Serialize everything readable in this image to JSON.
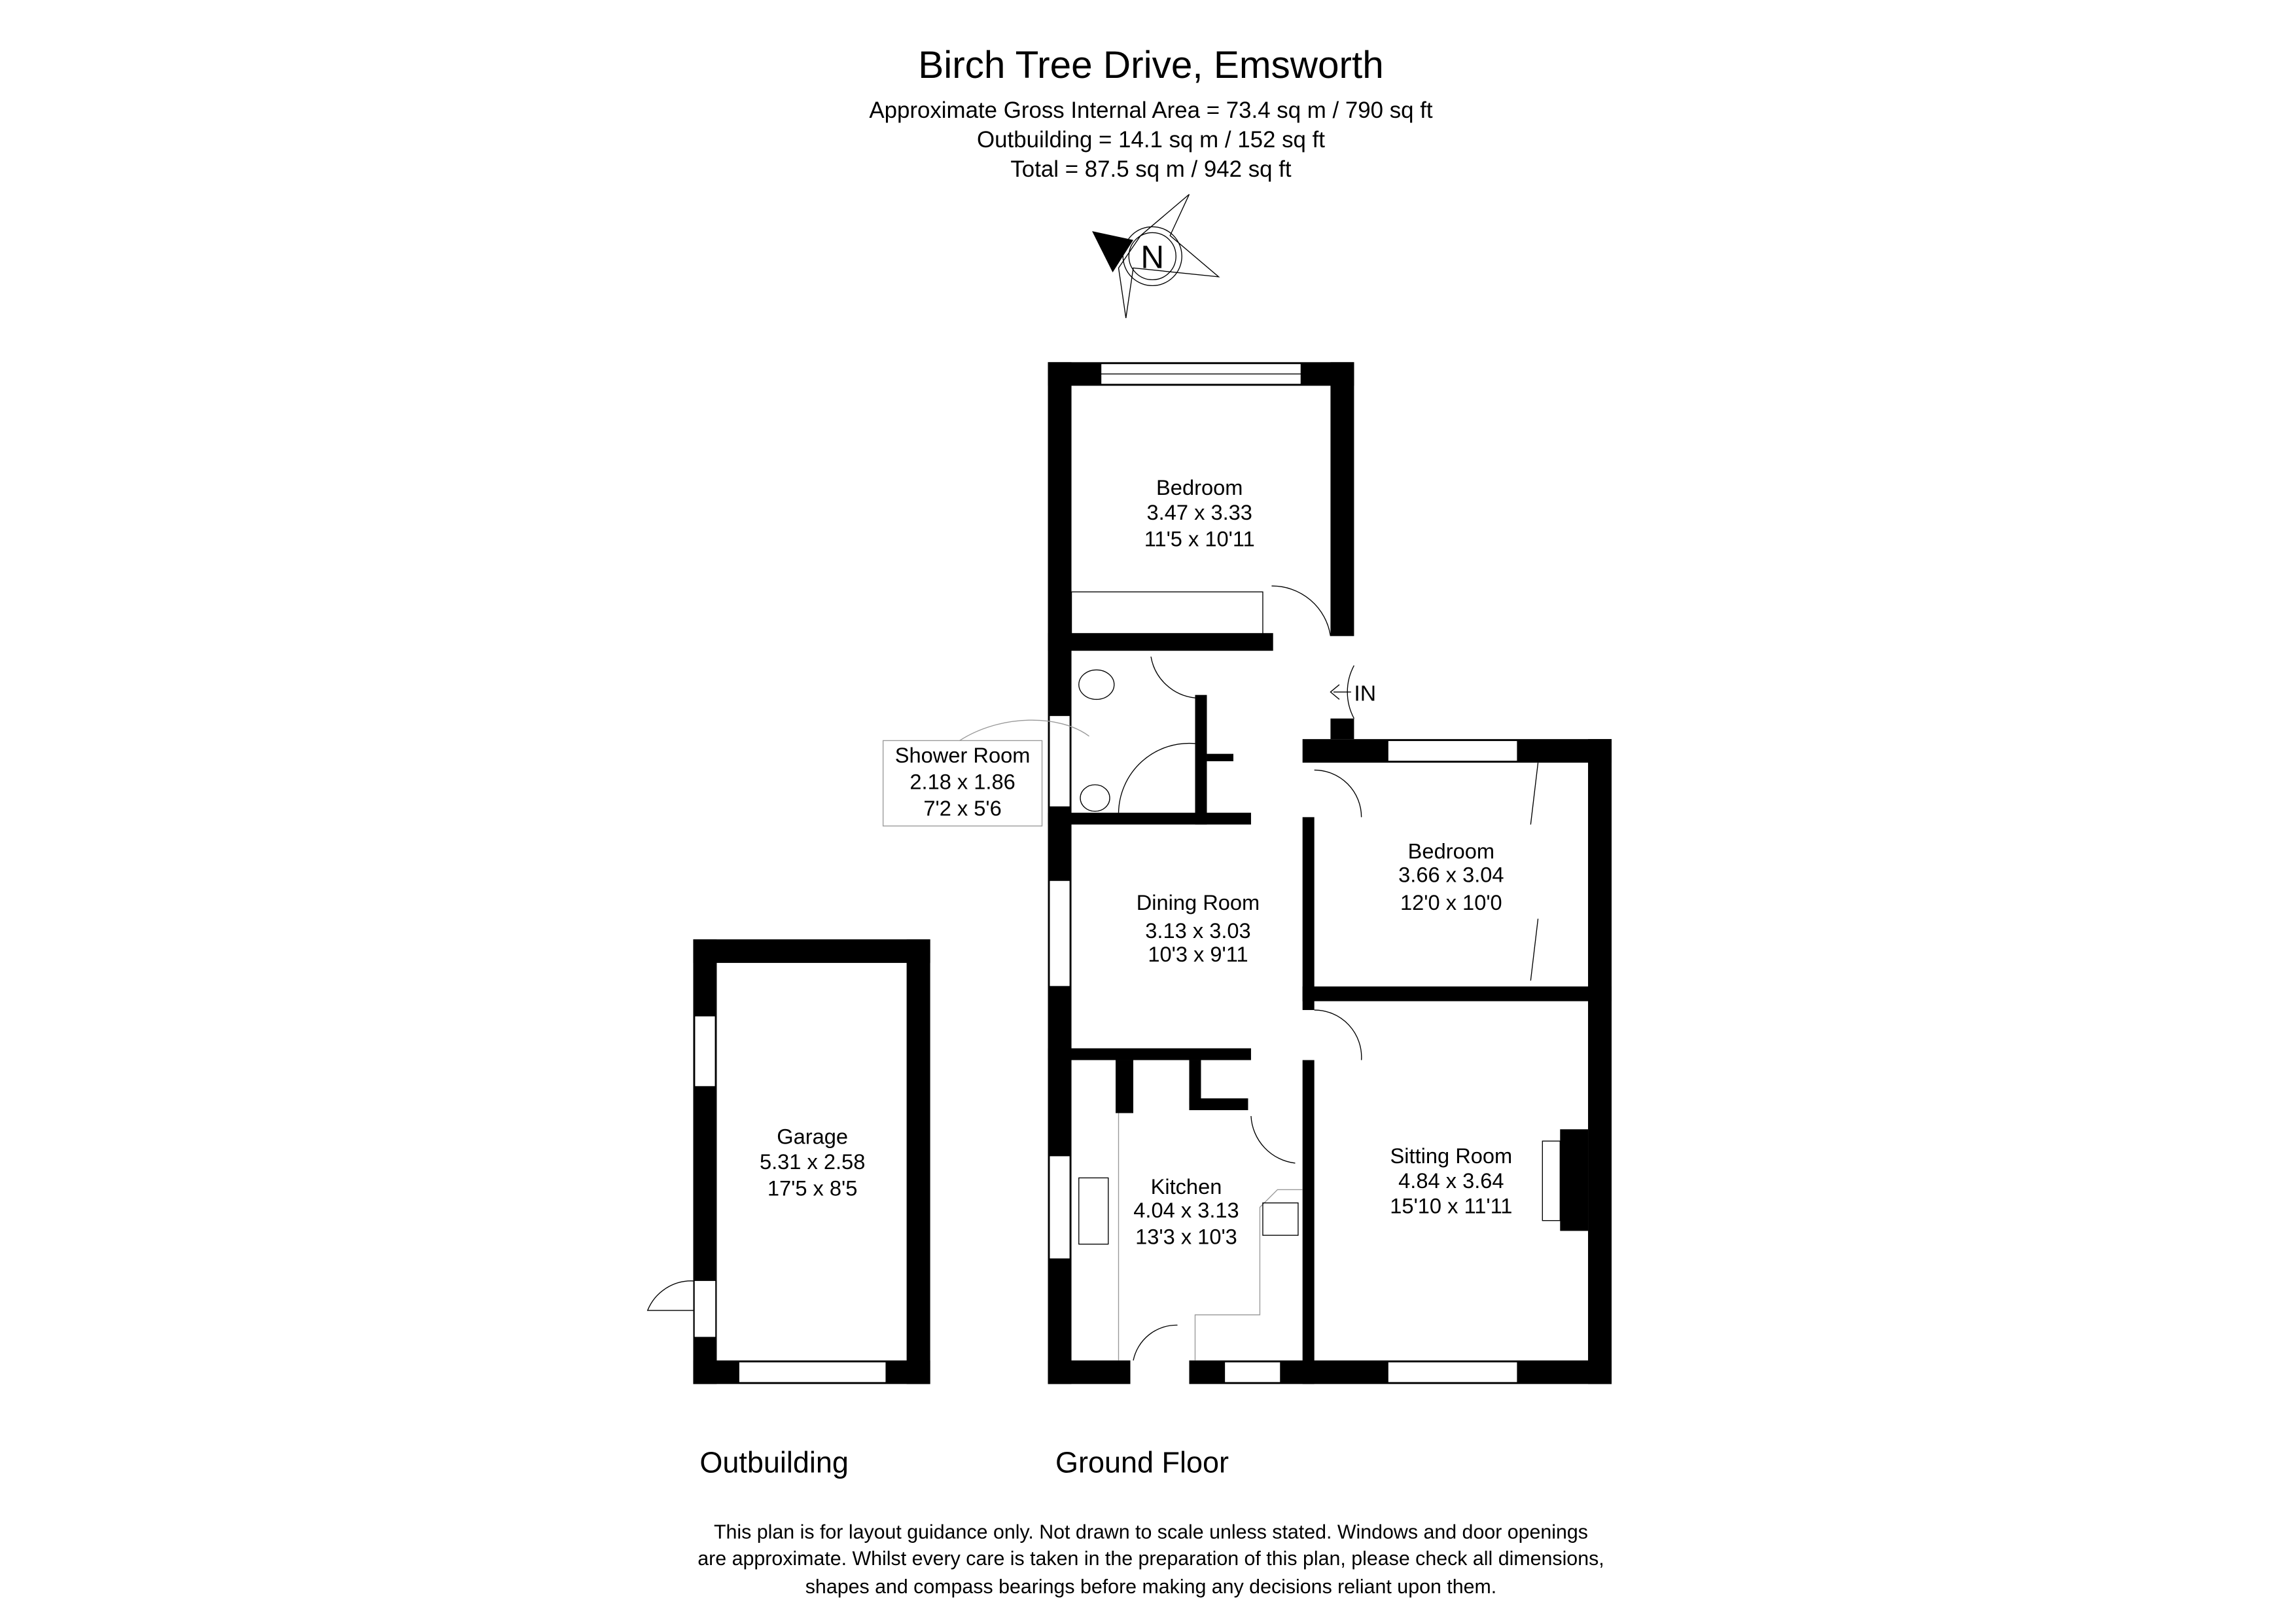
{
  "header": {
    "title": "Birch Tree Drive, Emsworth",
    "gross_area": "Approximate Gross Internal Area = 73.4 sq m / 790 sq ft",
    "outbuilding_area": "Outbuilding = 14.1 sq m / 152 sq ft",
    "total_area": "Total = 87.5 sq m / 942 sq ft"
  },
  "compass": {
    "label": "N"
  },
  "rooms": {
    "bedroom1": {
      "name": "Bedroom",
      "metric": "3.47 x 3.33",
      "imperial": "11'5 x 10'11"
    },
    "shower": {
      "name": "Shower Room",
      "metric": "2.18 x 1.86",
      "imperial": "7'2 x 5'6"
    },
    "dining": {
      "name": "Dining Room",
      "metric": "3.13 x 3.03",
      "imperial": "10'3 x 9'11"
    },
    "bedroom2": {
      "name": "Bedroom",
      "metric": "3.66 x 3.04",
      "imperial": "12'0 x 10'0"
    },
    "kitchen": {
      "name": "Kitchen",
      "metric": "4.04 x 3.13",
      "imperial": "13'3 x 10'3"
    },
    "sitting": {
      "name": "Sitting Room",
      "metric": "4.84 x 3.64",
      "imperial": "15'10 x 11'11"
    },
    "garage": {
      "name": "Garage",
      "metric": "5.31 x 2.58",
      "imperial": "17'5 x 8'5"
    }
  },
  "entrance_label": "IN",
  "floors": {
    "outbuilding": "Outbuilding",
    "ground": "Ground Floor"
  },
  "disclaimer": [
    "This plan is for layout guidance only. Not drawn to scale unless stated. Windows and door openings",
    "are approximate. Whilst every care is taken in the preparation of this plan, please check all dimensions,",
    "shapes and compass bearings before making any decisions reliant upon them."
  ]
}
